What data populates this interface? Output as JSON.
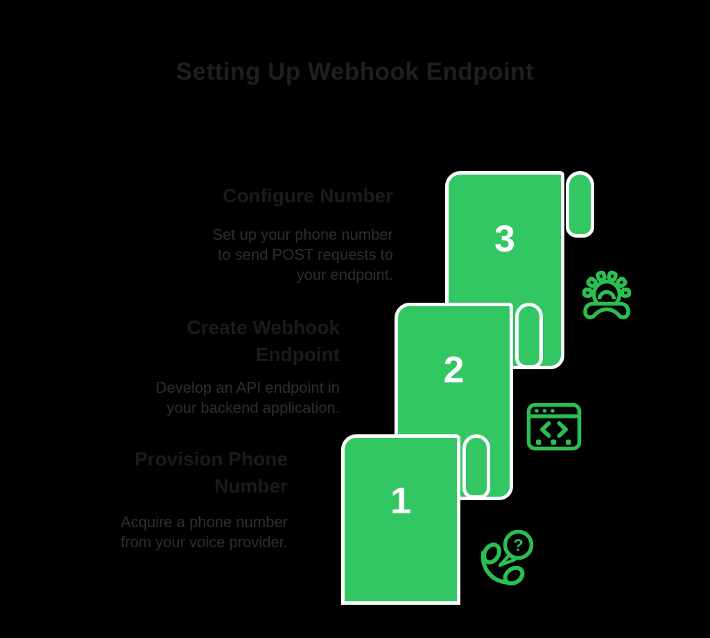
{
  "title": "Setting Up Webhook Endpoint",
  "colors": {
    "background": "#000000",
    "ribbon_green": "#33c764",
    "icon_green": "#2bbf52",
    "outline_white": "#ffffff",
    "title_text": "#1f1f1f",
    "heading_text": "#1b1b1b",
    "body_text": "#2e2e2e",
    "number_text": "#ffffff"
  },
  "steps": [
    {
      "number": "1",
      "heading": "Provision Phone Number",
      "heading_lines": [
        "Provision Phone",
        "Number"
      ],
      "description": "Acquire a phone number from your voice provider.",
      "description_lines": [
        "Acquire a phone number",
        "from your voice provider."
      ],
      "icon": "phone-question-icon"
    },
    {
      "number": "2",
      "heading": "Create Webhook Endpoint",
      "heading_lines": [
        "Create Webhook",
        "Endpoint"
      ],
      "description": "Develop an API endpoint in your backend application.",
      "description_lines": [
        "Develop an API endpoint in",
        "your backend application."
      ],
      "icon": "browser-code-icon"
    },
    {
      "number": "3",
      "heading": "Configure Number",
      "heading_lines": [
        "Configure Number"
      ],
      "description": "Set up your phone number to send POST requests to your endpoint.",
      "description_lines": [
        "Set up your phone number",
        "to send POST requests to",
        "your endpoint."
      ],
      "icon": "gear-handset-icon"
    }
  ]
}
